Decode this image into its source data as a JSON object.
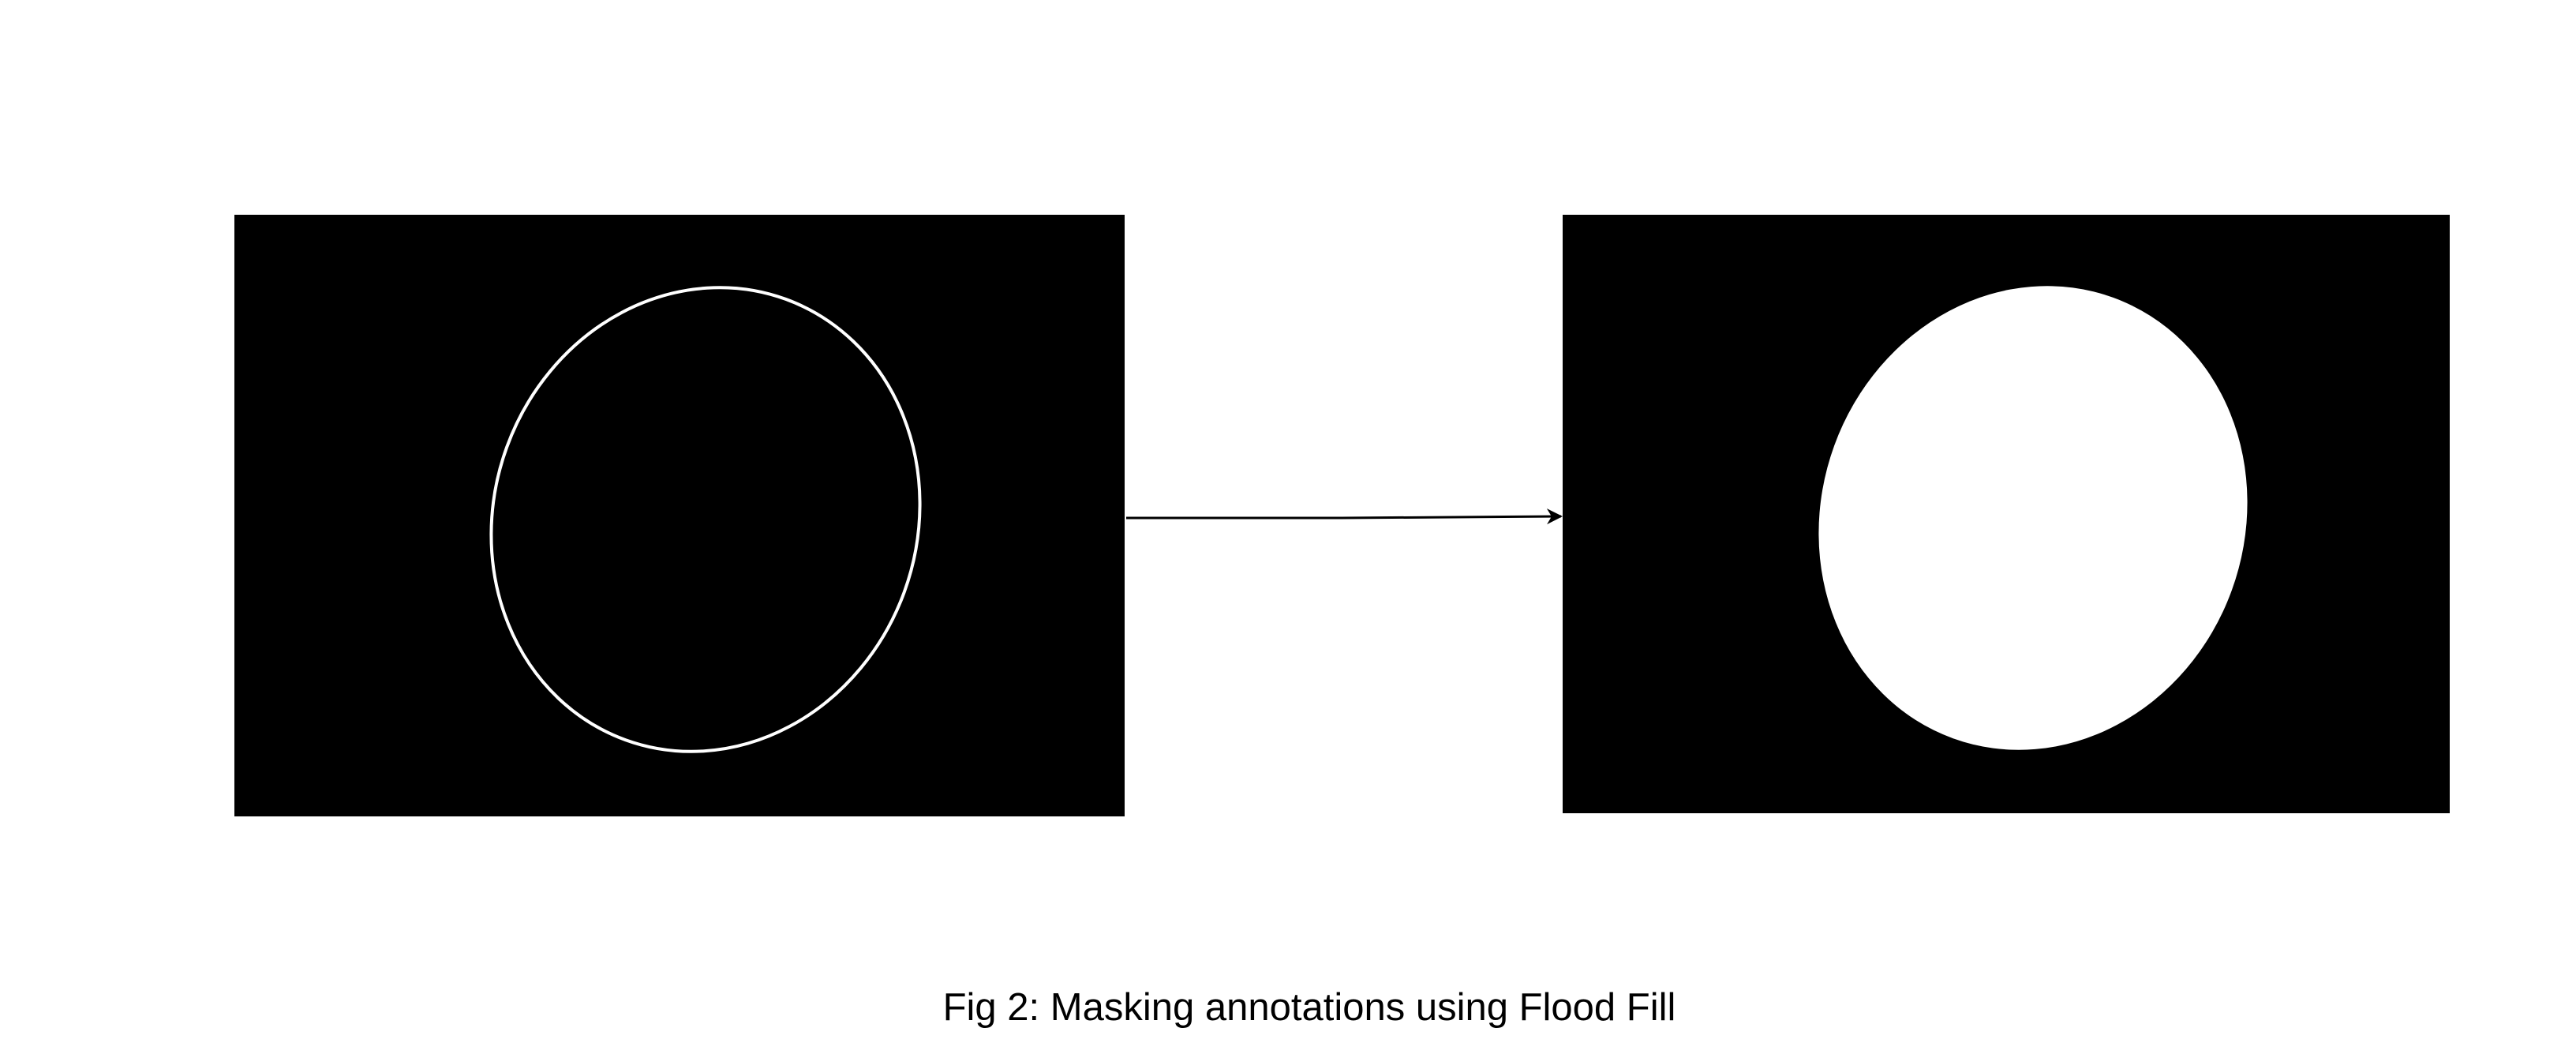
{
  "figure": {
    "caption": "Fig 2: Masking annotations using Flood Fill"
  },
  "panels": [
    {
      "name": "outline-panel",
      "background": "#000000",
      "shape": "ellipse-outline",
      "shape_color": "#ffffff"
    },
    {
      "name": "filled-mask-panel",
      "background": "#000000",
      "shape": "ellipse-filled",
      "shape_color": "#ffffff"
    }
  ],
  "connector": {
    "type": "arrow",
    "color": "#000000"
  }
}
